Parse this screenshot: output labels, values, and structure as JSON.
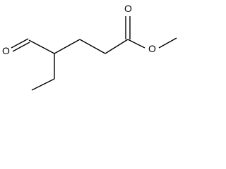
{
  "molecule": {
    "atoms": {
      "aldehyde_oxygen": "O",
      "ester_carbonyl_oxygen": "O",
      "ester_ether_oxygen": "O"
    },
    "colors": {
      "bond": "#000000",
      "background": "#ffffff"
    }
  }
}
